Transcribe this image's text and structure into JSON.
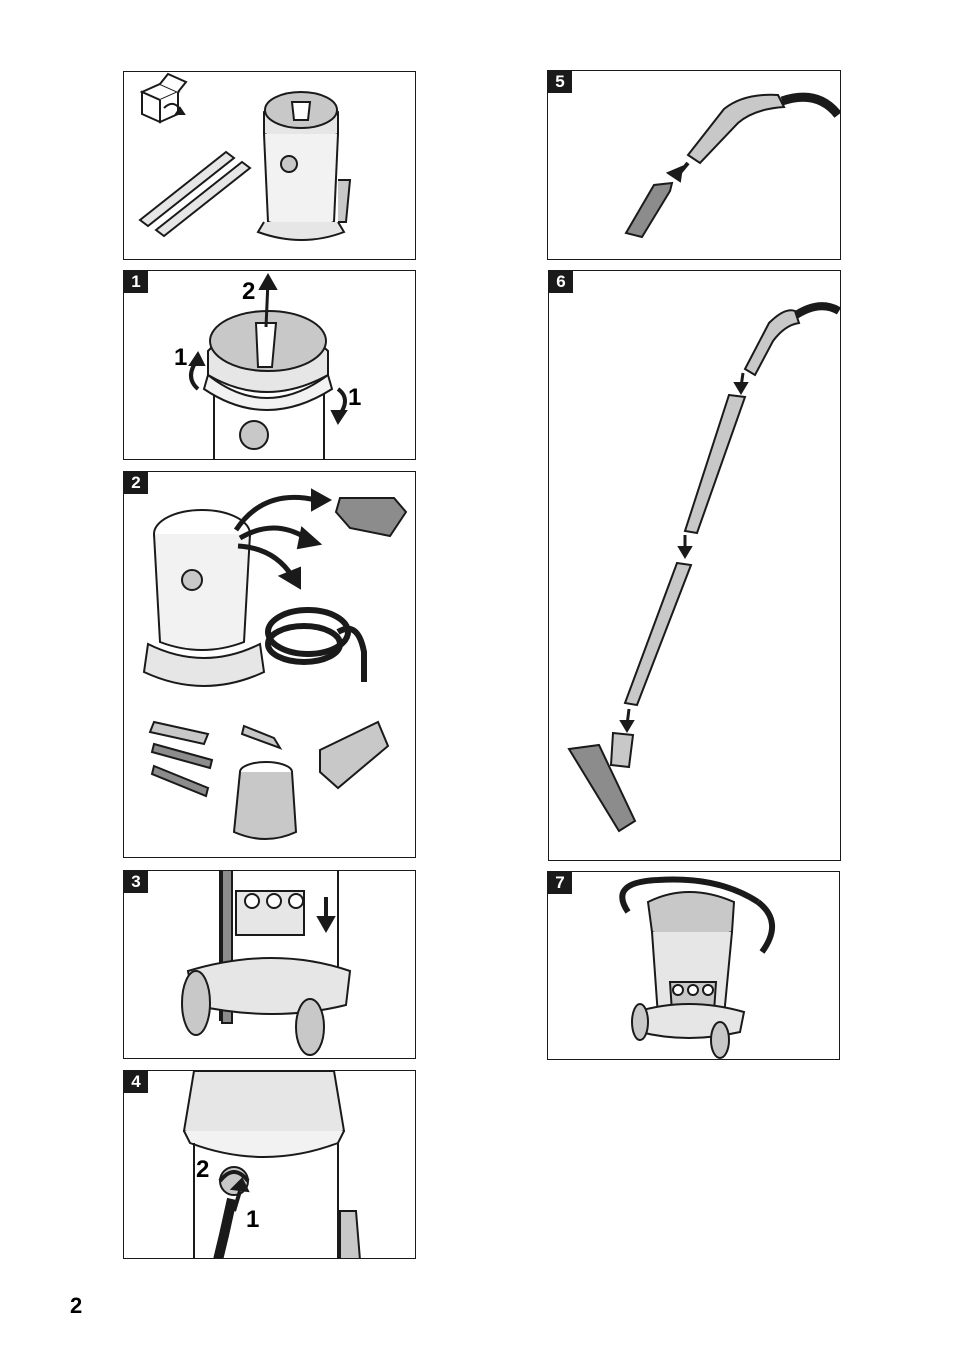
{
  "page": {
    "number": "2"
  },
  "panels": [
    {
      "id": "contents",
      "badge": ""
    },
    {
      "id": "step1",
      "badge": "1",
      "labels": [
        "2",
        "1",
        "1"
      ]
    },
    {
      "id": "step2",
      "badge": "2"
    },
    {
      "id": "step3",
      "badge": "3"
    },
    {
      "id": "step4",
      "badge": "4",
      "labels": [
        "2",
        "1"
      ]
    },
    {
      "id": "step5",
      "badge": "5"
    },
    {
      "id": "step6",
      "badge": "6"
    },
    {
      "id": "step7",
      "badge": "7"
    }
  ],
  "colors": {
    "line": "#1a1a1a",
    "fill_light": "#e6e6e6",
    "fill_mid": "#c8c8c8",
    "fill_dark": "#8c8c8c"
  }
}
